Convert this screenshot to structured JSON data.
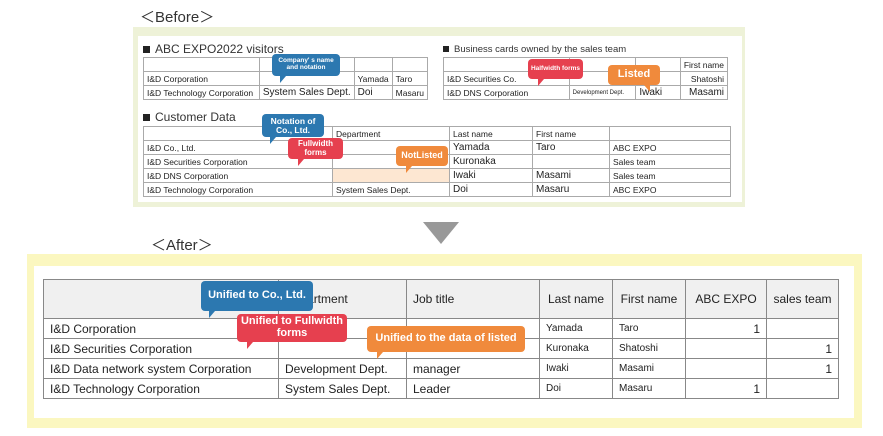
{
  "labels": {
    "before": "＜Before＞",
    "after": "＜After＞"
  },
  "before": {
    "visitors": {
      "title": "ABC EXPO2022 visitors",
      "rows": [
        [
          "I&D Corporation",
          "",
          "Yamada",
          "Taro"
        ],
        [
          "I&D Technology Corporation",
          "System Sales Dept.",
          "Doi",
          "Masaru"
        ]
      ]
    },
    "cards": {
      "title": "Business cards owned by the sales team",
      "header_first_name": "First name",
      "rows": [
        [
          "I&D Securities Co.",
          "",
          "",
          "Shatoshi"
        ],
        [
          "I&D DNS Corporation",
          "Development Dept.",
          "Iwaki",
          "Masami"
        ]
      ]
    },
    "customer": {
      "title": "Customer Data",
      "headers": [
        "",
        "Department",
        "Last name",
        "First name",
        ""
      ],
      "rows": [
        [
          "I&D Co., Ltd.",
          "",
          "Yamada",
          "Taro",
          "ABC EXPO"
        ],
        [
          "I&D Securities Corporation",
          "",
          "Kuronaka",
          "",
          "Sales team"
        ],
        [
          "I&D DNS Corporation",
          "",
          "Iwaki",
          "Masami",
          "Sales team"
        ],
        [
          "I&D Technology Corporation",
          "System Sales Dept.",
          "Doi",
          "Masaru",
          "ABC EXPO"
        ]
      ]
    },
    "callouts": {
      "company_name": "Company' s name and notation",
      "halfwidth": "Halfwidth forms",
      "listed": "Listed",
      "notation": "Notation of Co., Ltd.",
      "fullwidth": "Fullwidth forms",
      "notlisted": "NotListed"
    }
  },
  "after": {
    "headers": [
      "",
      "Department",
      "Job title",
      "Last name",
      "First name",
      "ABC EXPO",
      "sales team"
    ],
    "rows": [
      [
        "I&D Corporation",
        "",
        "",
        "Yamada",
        "Taro",
        "1",
        ""
      ],
      [
        "I&D Securities Corporation",
        "",
        "",
        "Kuronaka",
        "Shatoshi",
        "",
        "1"
      ],
      [
        "I&D Data network system Corporation",
        "Development Dept.",
        "manager",
        "Iwaki",
        "Masami",
        "",
        "1"
      ],
      [
        "I&D Technology Corporation",
        "System Sales Dept.",
        "Leader",
        "Doi",
        "Masaru",
        "1",
        ""
      ]
    ],
    "callouts": {
      "unified_co": "Unified to Co., Ltd.",
      "unified_fullwidth": "Unified to Fullwidth forms",
      "unified_listed": "Unified to the data of listed"
    }
  },
  "colors": {
    "blue": "#2c78b0",
    "red": "#e6404f",
    "orange": "#f08a3c",
    "before_bg": "#eef2d8",
    "after_bg": "#fbf7c0"
  }
}
